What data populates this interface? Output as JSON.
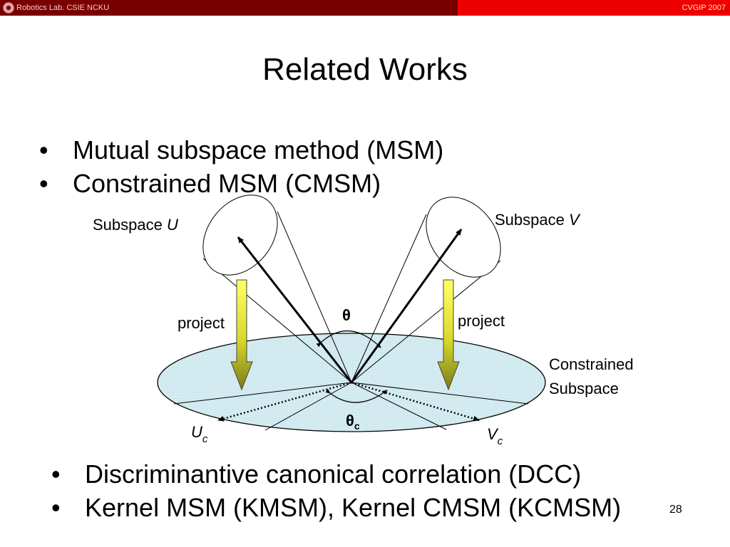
{
  "header": {
    "lab_name": "Robotics Lab. CSIE NCKU",
    "conference": "CVGIP 2007"
  },
  "slide": {
    "title": "Related Works",
    "top_bullets": [
      "Mutual subspace method (MSM)",
      "Constrained MSM (CMSM)"
    ],
    "bottom_bullets": [
      "Discriminantive canonical correlation (DCC)",
      "Kernel MSM (KMSM), Kernel CMSM (KCMSM)"
    ],
    "bullet_char": "•",
    "page_number": "28"
  },
  "diagram": {
    "subspace_u_prefix": "Subspace ",
    "subspace_u_var": "U",
    "subspace_v_prefix": "Subspace ",
    "subspace_v_var": "V",
    "project_left": "project",
    "project_right": "project",
    "theta": "θ",
    "theta_c": "θ",
    "theta_c_sub": "c",
    "constrained_line1": "Constrained",
    "constrained_line2": "Subspace",
    "uc_var": "U",
    "uc_sub": "c",
    "vc_var": "V",
    "vc_sub": "c",
    "colors": {
      "plane_fill": "#cfe9ef",
      "arrow_top": "#ffff66",
      "arrow_bottom": "#7a7a1a",
      "header_dark": "#7a0000",
      "header_bright": "#ee0000"
    }
  }
}
